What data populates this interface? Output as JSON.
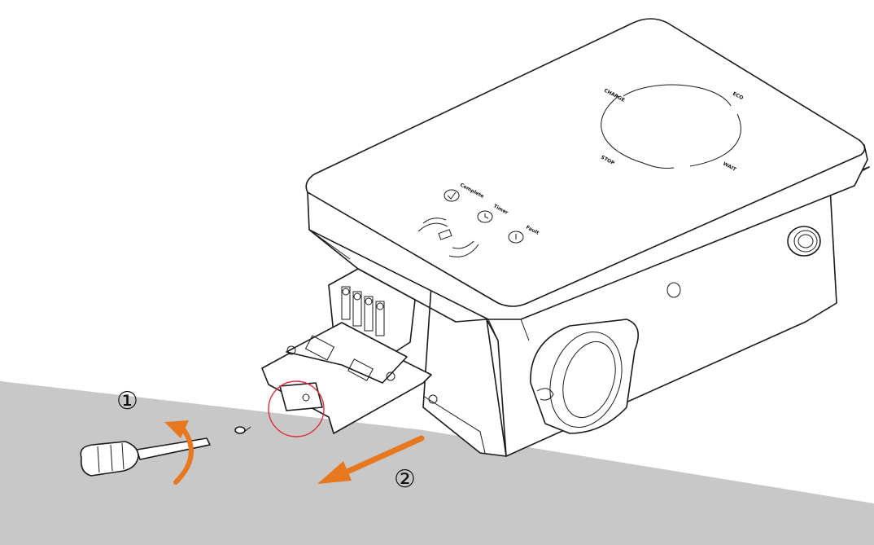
{
  "steps": {
    "step1": "①",
    "step2": "②"
  },
  "panel": {
    "ring_top_left": "CHARGE",
    "ring_top_right": "ECO",
    "ring_bottom_left": "STOP",
    "ring_bottom_right": "WAIT",
    "icon_complete": "Complete",
    "icon_timer": "Timer",
    "icon_fault": "Fault"
  },
  "colors": {
    "arrow": "#e8781f",
    "highlight_circle": "#d9303a",
    "floor": "#c8c8c8",
    "outline": "#1a1a1a"
  },
  "icons": {
    "screwdriver": "screwdriver-icon",
    "rotation_arrow": "counterclockwise-arrow-icon",
    "pull_arrow": "pull-out-arrow-icon",
    "screw": "screw-icon",
    "rfid": "rfid-card-icon"
  }
}
